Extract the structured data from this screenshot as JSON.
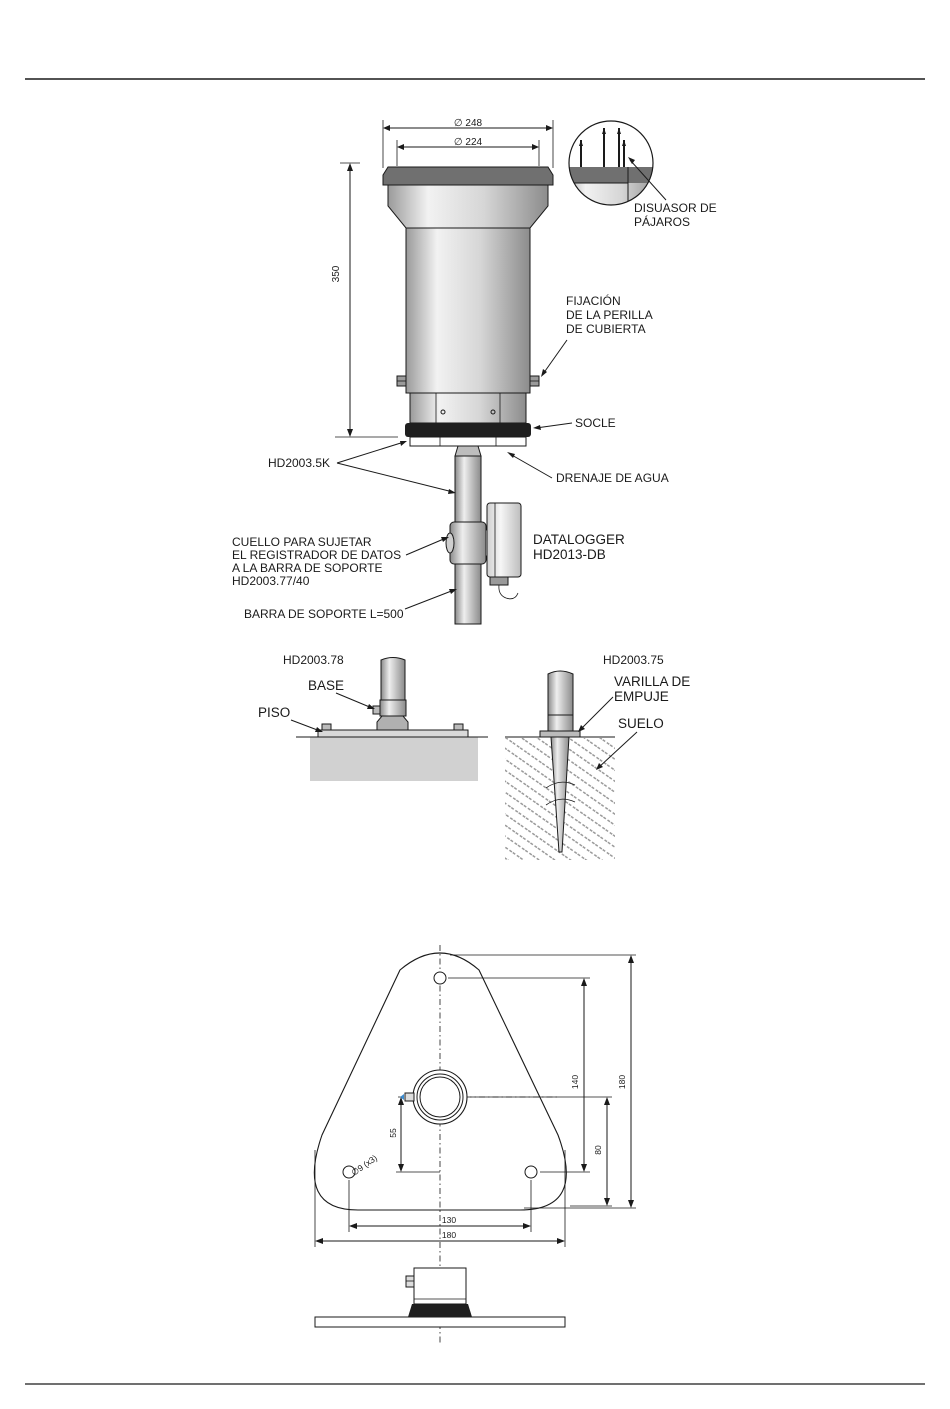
{
  "dimensions": {
    "d248": "∅ 248",
    "d224": "∅ 224",
    "h350": "350",
    "b140": "140",
    "b180v": "180",
    "b80": "80",
    "b55": "55",
    "b130": "130",
    "b180h": "180",
    "holes": "∅9 (x3)"
  },
  "labels": {
    "bird_1": "DISUASOR DE",
    "bird_2": "PÁJAROS",
    "knob_1": "FIJACIÓN",
    "knob_2": "DE LA PERILLA",
    "knob_3": "DE CUBIERTA",
    "socle": "SOCLE",
    "hd5k": "HD2003.5K",
    "drain": "DRENAJE DE AGUA",
    "collar_1": "CUELLO PARA SUJETAR",
    "collar_2": "EL REGISTRADOR DE DATOS",
    "collar_3": "A LA BARRA DE SOPORTE",
    "collar_4": "HD2003.77/40",
    "logger_1": "DATALOGGER",
    "logger_2": "HD2013-DB",
    "bar": "BARRA DE SOPORTE L=500",
    "hd78": "HD2003.78",
    "base": "BASE",
    "floor": "PISO",
    "hd75": "HD2003.75",
    "rod_1": "VARILLA DE",
    "rod_2": "EMPUJE",
    "soil": "SUELO"
  }
}
